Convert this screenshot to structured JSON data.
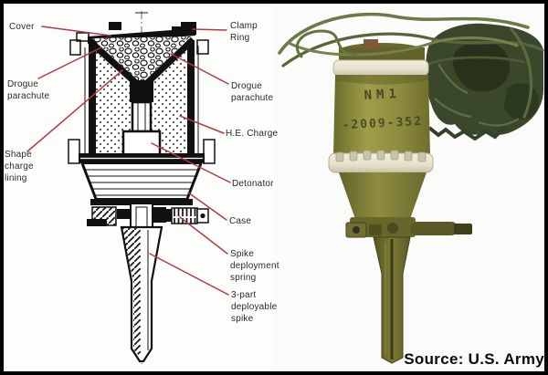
{
  "figure": {
    "source_caption": "Source: U.S. Army",
    "description": "Cutaway diagram (left) and photograph (right) of a parachute-retarded spike munition"
  },
  "diagram": {
    "labels": [
      {
        "id": "cover",
        "text": "Cover"
      },
      {
        "id": "clamp-ring",
        "text": "Clamp\nRing"
      },
      {
        "id": "drogue-parachute-left",
        "text": "Drogue\nparachute"
      },
      {
        "id": "drogue-parachute-right",
        "text": "Drogue\nparachute"
      },
      {
        "id": "he-charge",
        "text": "H.E. Charge"
      },
      {
        "id": "shape-charge-lining",
        "text": "Shape\ncharge\nlining"
      },
      {
        "id": "detonator",
        "text": "Detonator"
      },
      {
        "id": "case",
        "text": "Case"
      },
      {
        "id": "spike-deployment-spring",
        "text": "Spike\ndeployment\nspring"
      },
      {
        "id": "three-part-deployable-spike",
        "text": "3-part\ndeployable\nspike"
      }
    ],
    "leader_line_color": "#b23b42"
  },
  "photo": {
    "markings": {
      "line1": "NM1",
      "line2": "-2009-352"
    },
    "body_color": "#8f8d3c",
    "ring_color": "#e7e3d0",
    "parachute_color": "#39462a",
    "cord_color": "#6c7a48"
  }
}
